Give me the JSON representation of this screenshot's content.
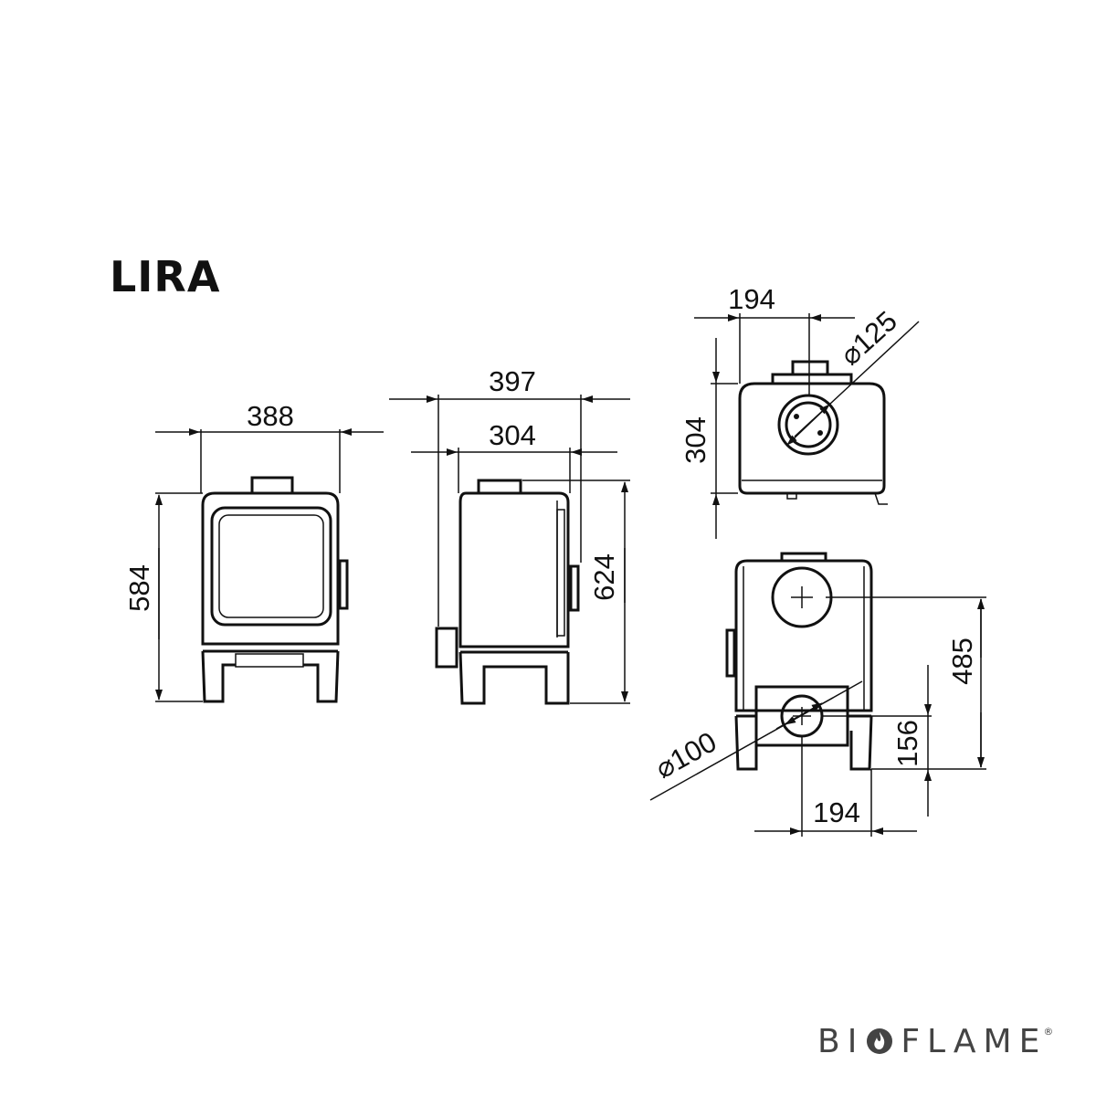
{
  "title": "LIRA",
  "brand": {
    "left": "BI",
    "right": "FLAME",
    "registered": "®"
  },
  "views": {
    "front": {
      "width": "388",
      "height": "584"
    },
    "side": {
      "depth_total": "397",
      "depth_body": "304",
      "height": "624"
    },
    "top": {
      "flue_offset": "194",
      "flue_diameter": "⌀125",
      "depth": "304"
    },
    "rear": {
      "outlet_height": "485",
      "lower_outlet_height": "156",
      "lower_offset": "194",
      "lower_diameter": "⌀100"
    }
  }
}
